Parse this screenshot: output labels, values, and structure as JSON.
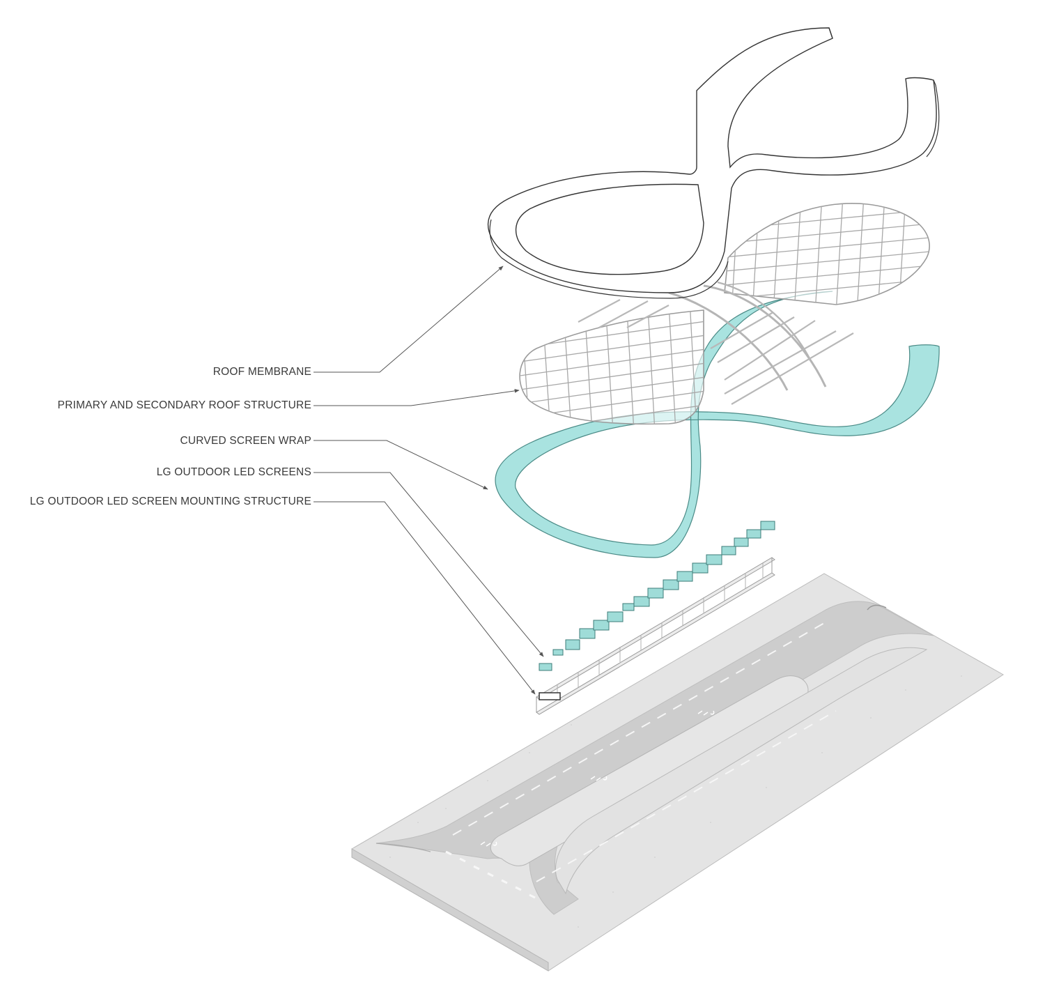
{
  "labels": {
    "roof_membrane": "ROOF MEMBRANE",
    "roof_structure": "PRIMARY AND SECONDARY ROOF STRUCTURE",
    "screen_wrap": "CURVED SCREEN WRAP",
    "led_screens": "LG OUTDOOR LED SCREENS",
    "mounting_structure": "LG OUTDOOR LED SCREEN MOUNTING STRUCTURE"
  },
  "colors": {
    "screen_wrap_fill": "#a9e3e0",
    "led_fill": "#9fdcd8",
    "line": "#555555",
    "ground": "#e3e3e3",
    "roadway": "#cfcfcf",
    "lane_marking": "#f4f4f4"
  }
}
